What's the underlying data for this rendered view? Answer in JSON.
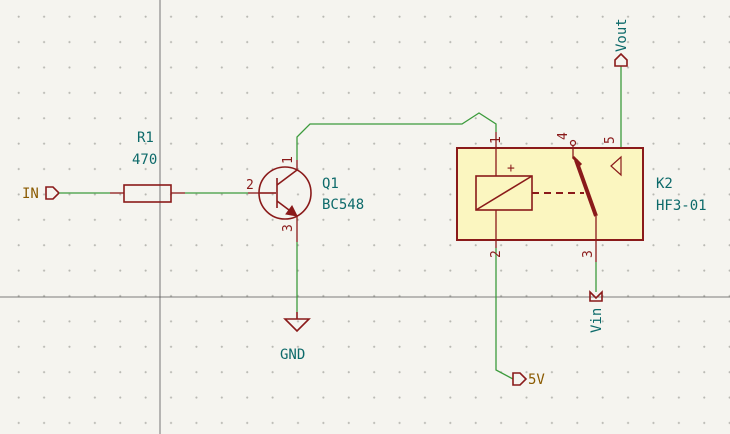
{
  "colors": {
    "background": "#f5f4ef",
    "wire": "#3c9b3c",
    "symbol": "#8a1a1a",
    "label": "#0d6a6a",
    "relay_fill": "#fbf6c0"
  },
  "components": {
    "r1": {
      "ref": "R1",
      "value": "470"
    },
    "q1": {
      "ref": "Q1",
      "value": "BC548",
      "pin_base": "2",
      "pin_collector": "1",
      "pin_emitter": "3"
    },
    "k2": {
      "ref": "K2",
      "value": "HF3-01",
      "pin1": "1",
      "pin2": "2",
      "pin3": "3",
      "pin4": "4",
      "pin5": "5",
      "coil_polarity": "+"
    }
  },
  "nets": {
    "in": "IN",
    "gnd": "GND",
    "v5": "5V",
    "vout": "Vout",
    "vin": "Vin"
  }
}
